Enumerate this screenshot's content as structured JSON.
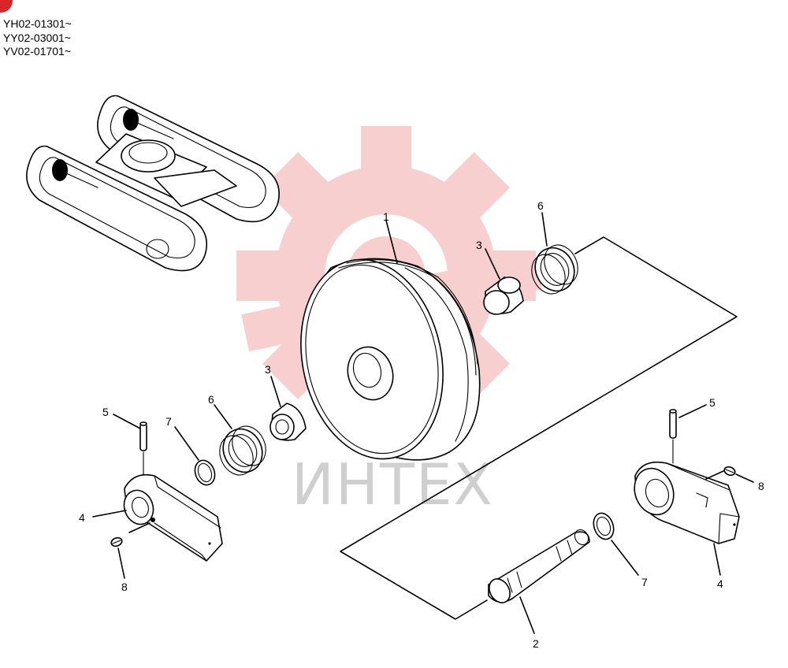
{
  "serial_ranges": [
    "YH02-01301~",
    "YY02-03001~",
    "YV02-01701~"
  ],
  "watermark": "ИНТЕХ",
  "callouts": {
    "idler": "1",
    "shaft": "2",
    "bushing_right": "3",
    "bushing_left": "3",
    "bracket_left": "4",
    "bracket_right": "4",
    "pin_left": "5",
    "pin_right": "5",
    "seal_right": "6",
    "seal_left": "6",
    "oring_left": "7",
    "oring_right": "7",
    "plug_left": "8",
    "plug_right": "8"
  },
  "colors": {
    "watermark_gear": "#f6c3c3",
    "watermark_text": "#cfcfcf",
    "badge": "#d9252c",
    "line": "#000000"
  }
}
